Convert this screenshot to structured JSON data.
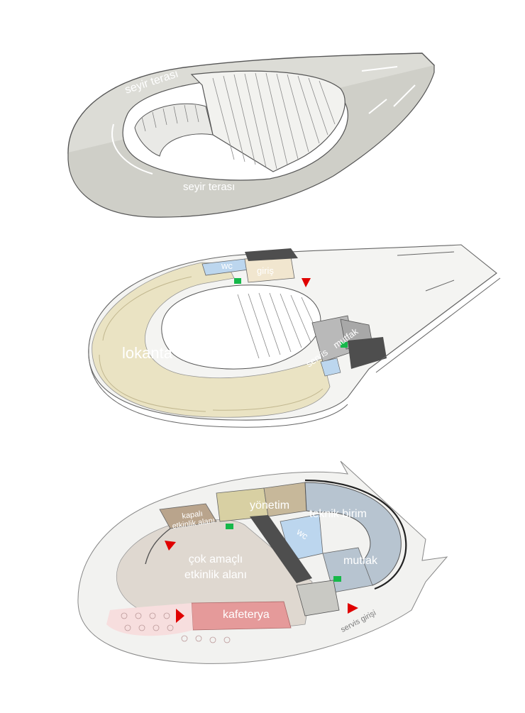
{
  "colors": {
    "terrace": "#dcdcd6",
    "outline": "#555555",
    "restaurant": "#e9e2bf",
    "wc": "#bcd6ee",
    "entrance": "#f1e6cf",
    "dark": "#4e4e4e",
    "activity": "#dfd8d0",
    "indoor": "#b9a48c",
    "admin": "#d8d0a3",
    "technical": "#b7c4d0",
    "cafeteria": "#e59a9a",
    "green": "#16b84a",
    "arrow": "#e00000"
  },
  "level1": {
    "labels": {
      "terrace_top": "seyir terası",
      "terrace_bottom": "seyir terası"
    }
  },
  "level2": {
    "labels": {
      "wc": "wc",
      "entrance": "giriş",
      "restaurant": "lokanta",
      "service": "servis",
      "kitchen": "mutfak"
    }
  },
  "level3": {
    "labels": {
      "indoor_event": "kapalı etkinlik alanı",
      "management": "yönetim",
      "technical": "teknik birim",
      "wc": "wc",
      "kitchen": "mutfak",
      "multi_purpose_1": "çok amaçlı",
      "multi_purpose_2": "etkinlik alanı",
      "cafeteria": "kafeterya",
      "service_entrance": "servis girişi"
    }
  }
}
